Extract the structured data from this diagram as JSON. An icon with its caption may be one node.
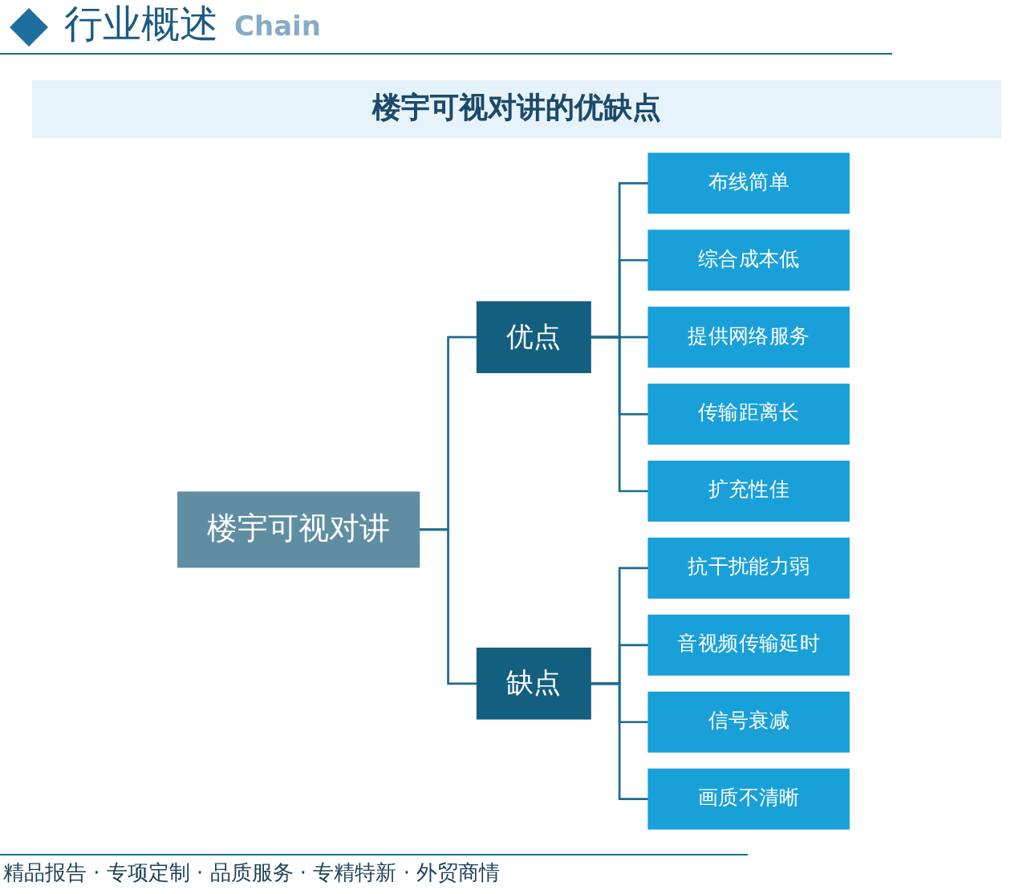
{
  "diagram": {
    "title": "楼宇可视对讲的优缺点",
    "nodes": [
      {
        "text": [
          "楼宇可视对讲"
        ]
      },
      {
        "text": [
          "优点"
        ]
      },
      {
        "text": [
          "缺点"
        ]
      },
      {
        "text": [
          "布线简单"
        ]
      },
      {
        "text": [
          "综合成本低"
        ]
      },
      {
        "text": [
          "提供网络服务"
        ]
      },
      {
        "text": [
          "传输距离长"
        ]
      },
      {
        "text": [
          "扩充性佳"
        ]
      },
      {
        "text": [
          "抗干扰能力弱"
        ]
      },
      {
        "text": [
          "音视频传输延时"
        ]
      },
      {
        "text": [
          "信号衰减"
        ]
      },
      {
        "text": [
          "画质不清晰"
        ]
      }
    ],
    "edges": [
      {
        "from": 0,
        "to": 1,
        "arrow": "none"
      },
      {
        "from": 0,
        "to": 2,
        "arrow": "none"
      },
      {
        "from": 1,
        "to": 3,
        "arrow": "none"
      },
      {
        "from": 1,
        "to": 4,
        "arrow": "none"
      },
      {
        "from": 1,
        "to": 5,
        "arrow": "none"
      },
      {
        "from": 1,
        "to": 6,
        "arrow": "none"
      },
      {
        "from": 1,
        "to": 7,
        "arrow": "none"
      },
      {
        "from": 2,
        "to": 8,
        "arrow": "none"
      },
      {
        "from": 2,
        "to": 9,
        "arrow": "none"
      },
      {
        "from": 2,
        "to": 10,
        "arrow": "none"
      },
      {
        "from": 2,
        "to": 11,
        "arrow": "none"
      }
    ],
    "labels": [
      "行业概述",
      "Chain",
      "精品报告 · 专项定制 · 品质服务 · 专精特新 · 外贸商情"
    ]
  }
}
